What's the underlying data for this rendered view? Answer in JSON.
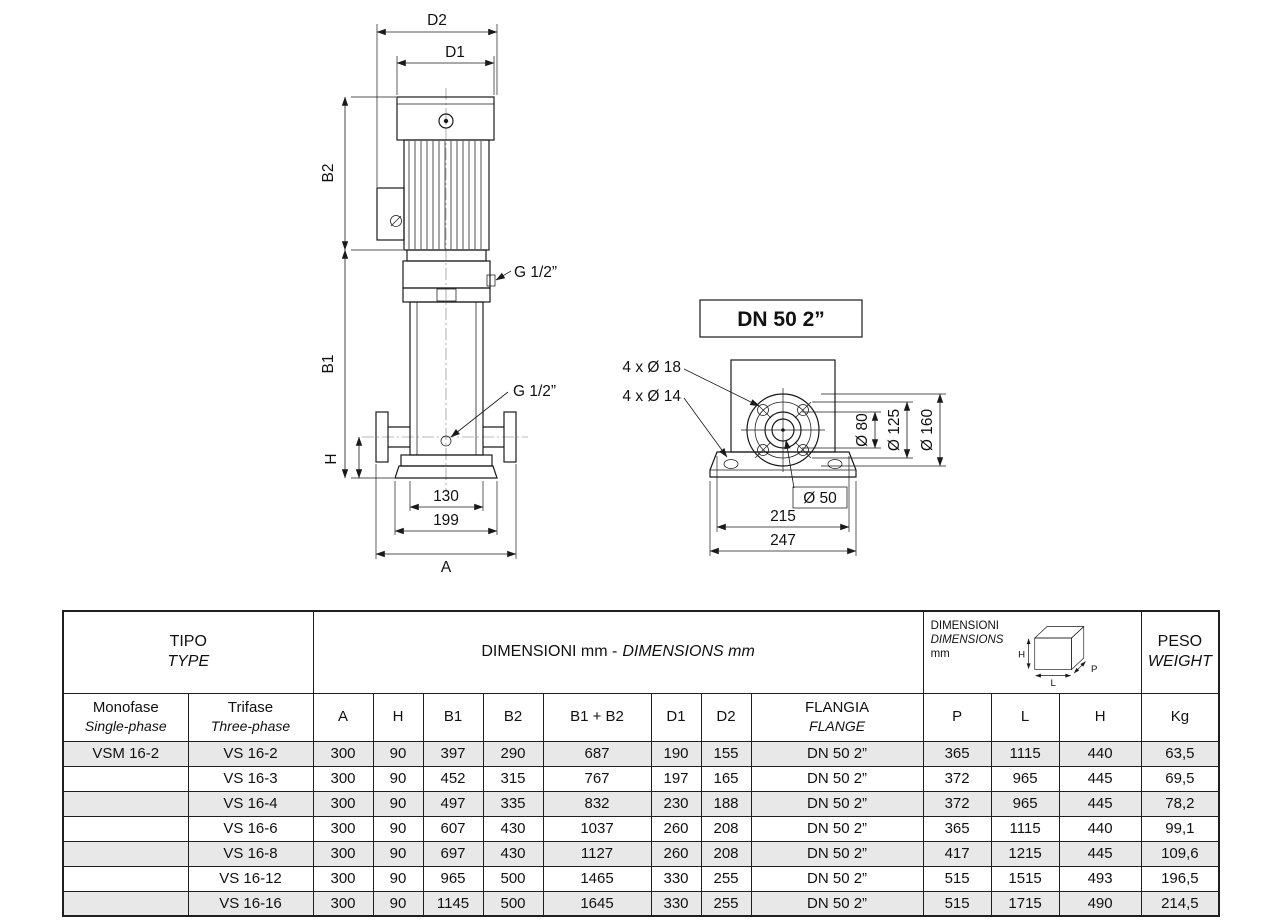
{
  "drawing": {
    "pump": {
      "d2": "D2",
      "d1": "D1",
      "b2": "B2",
      "b1": "B1",
      "h": "H",
      "w130": "130",
      "w199": "199",
      "a": "A",
      "g_top": "G 1/2”",
      "g_bottom": "G 1/2”"
    },
    "flange": {
      "title": "DN 50 2”",
      "holes18": "4 x Ø 18",
      "holes14": "4 x Ø 14",
      "d80": "Ø 80",
      "d125": "Ø 125",
      "d160": "Ø 160",
      "d50": "Ø 50",
      "w215": "215",
      "w247": "247"
    }
  },
  "table": {
    "header": {
      "tipo": "TIPO",
      "type": "TYPE",
      "dims_a": "DIMENSIONI mm -",
      "dims_b": "DIMENSIONS mm",
      "dims_box": {
        "l1": "DIMENSIONI",
        "l2": "DIMENSIONS",
        "l3": "mm"
      },
      "cube": {
        "h": "H",
        "l": "L",
        "p": "P"
      },
      "peso": "PESO",
      "weight": "WEIGHT"
    },
    "columns": {
      "monofase": "Monofase",
      "single_phase": "Single-phase",
      "trifase": "Trifase",
      "three_phase": "Three-phase",
      "a": "A",
      "h": "H",
      "b1": "B1",
      "b2": "B2",
      "b1b2": "B1 + B2",
      "d1": "D1",
      "d2": "D2",
      "flangia": "FLANGIA",
      "flange": "FLANGE",
      "p": "P",
      "l": "L",
      "h2": "H",
      "kg": "Kg"
    },
    "column_keys": [
      "mono",
      "tri",
      "a",
      "h",
      "b1",
      "b2",
      "b1b2",
      "d1",
      "d2",
      "flange",
      "p",
      "l",
      "hh",
      "kg"
    ],
    "shaded_rows": [
      0,
      2,
      4,
      6
    ],
    "rows": [
      {
        "mono": "VSM 16-2",
        "tri": "VS 16-2",
        "a": "300",
        "h": "90",
        "b1": "397",
        "b2": "290",
        "b1b2": "687",
        "d1": "190",
        "d2": "155",
        "flange": "DN 50 2”",
        "p": "365",
        "l": "1115",
        "hh": "440",
        "kg": "63,5"
      },
      {
        "mono": "",
        "tri": "VS 16-3",
        "a": "300",
        "h": "90",
        "b1": "452",
        "b2": "315",
        "b1b2": "767",
        "d1": "197",
        "d2": "165",
        "flange": "DN 50 2”",
        "p": "372",
        "l": "965",
        "hh": "445",
        "kg": "69,5"
      },
      {
        "mono": "",
        "tri": "VS 16-4",
        "a": "300",
        "h": "90",
        "b1": "497",
        "b2": "335",
        "b1b2": "832",
        "d1": "230",
        "d2": "188",
        "flange": "DN 50 2”",
        "p": "372",
        "l": "965",
        "hh": "445",
        "kg": "78,2"
      },
      {
        "mono": "",
        "tri": "VS 16-6",
        "a": "300",
        "h": "90",
        "b1": "607",
        "b2": "430",
        "b1b2": "1037",
        "d1": "260",
        "d2": "208",
        "flange": "DN 50 2”",
        "p": "365",
        "l": "1115",
        "hh": "440",
        "kg": "99,1"
      },
      {
        "mono": "",
        "tri": "VS 16-8",
        "a": "300",
        "h": "90",
        "b1": "697",
        "b2": "430",
        "b1b2": "1127",
        "d1": "260",
        "d2": "208",
        "flange": "DN 50 2”",
        "p": "417",
        "l": "1215",
        "hh": "445",
        "kg": "109,6"
      },
      {
        "mono": "",
        "tri": "VS 16-12",
        "a": "300",
        "h": "90",
        "b1": "965",
        "b2": "500",
        "b1b2": "1465",
        "d1": "330",
        "d2": "255",
        "flange": "DN 50 2”",
        "p": "515",
        "l": "1515",
        "hh": "493",
        "kg": "196,5"
      },
      {
        "mono": "",
        "tri": "VS 16-16",
        "a": "300",
        "h": "90",
        "b1": "1145",
        "b2": "500",
        "b1b2": "1645",
        "d1": "330",
        "d2": "255",
        "flange": "DN 50 2”",
        "p": "515",
        "l": "1715",
        "hh": "490",
        "kg": "214,5"
      }
    ]
  }
}
